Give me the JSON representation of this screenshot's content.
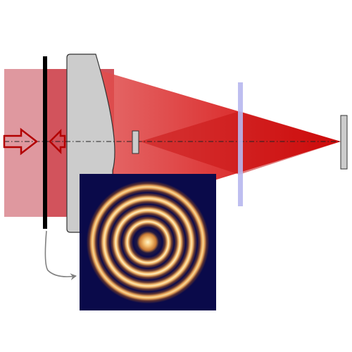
{
  "diagram": {
    "colors": {
      "incident_beam": "#d9868e",
      "transmitted_beam": "#d04a53",
      "focused_beam": "#d40000",
      "reflected_beam": "#c81414",
      "lens_fill": "#cccccc",
      "lens_stroke": "#333333",
      "mirror_fill": "#cccccc",
      "plate_color": "#b7b7ee",
      "screen_color": "#000000",
      "arrow_color": "#b30000",
      "axis_color": "#222222",
      "pointer_color": "#808080",
      "pattern_background": "#0a0a4a",
      "fringe_inner": "#fff2c0",
      "fringe_mid": "#e8a23c",
      "fringe_outer": "#8a4a20"
    },
    "components": [
      {
        "name": "observation-screen",
        "kind": "opaque plate"
      },
      {
        "name": "plano-convex-lens",
        "kind": "lens"
      },
      {
        "name": "small-central-mirror",
        "kind": "mirror"
      },
      {
        "name": "beam-splitter-plate",
        "kind": "transparent plate"
      },
      {
        "name": "end-mirror",
        "kind": "mirror"
      }
    ],
    "interference_pattern": {
      "type": "concentric rings",
      "bright_ring_count": 4,
      "central_spot": true
    }
  }
}
